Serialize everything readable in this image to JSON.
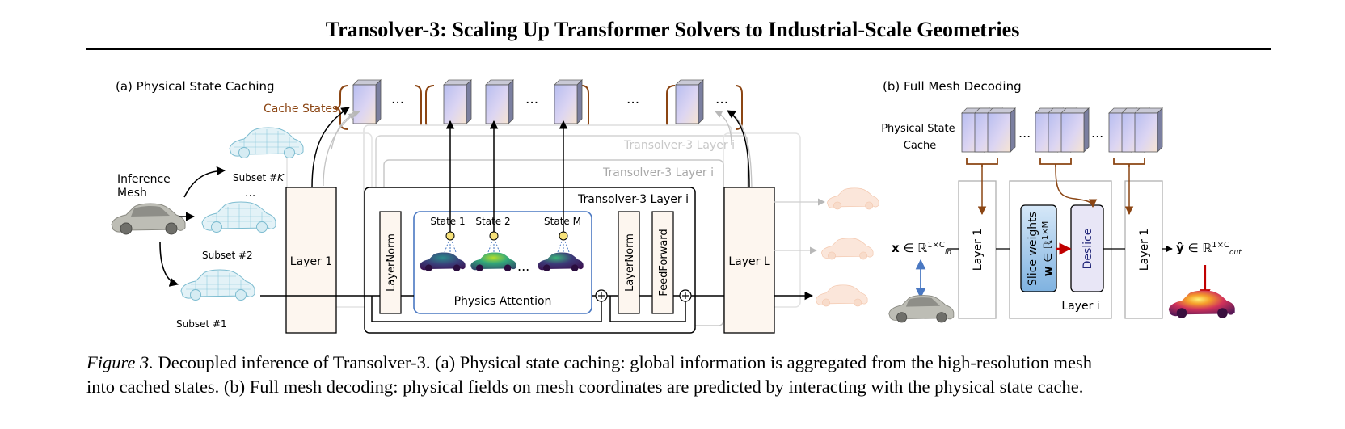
{
  "header": {
    "title": "Transolver-3: Scaling Up Transformer Solvers to Industrial-Scale Geometries"
  },
  "panel_a": {
    "label": "(a) Physical State Caching",
    "cache_states_label": "Cache States",
    "ellipsis": "...",
    "inference_mesh": [
      "Inference",
      "Mesh"
    ],
    "subset_k_prefix": "Subset #",
    "subset_k_var": "K",
    "subset_2": "Subset #2",
    "subset_1": "Subset #1",
    "layer_1": "Layer 1",
    "layer_l": "Layer L",
    "layer_ghost": "Transolver-3 Layer i",
    "layer_main": "Transolver-3 Layer i",
    "layernorm": "LayerNorm",
    "feedforward": "FeedForward",
    "physics_attention": "Physics Attention",
    "state_labels": [
      "State 1",
      "State 2",
      "State M"
    ]
  },
  "panel_b": {
    "label": "(b) Full Mesh Decoding",
    "cache_label": [
      "Physical State",
      "Cache"
    ],
    "x_bold": "x",
    "x_in": " ∈ ℝ",
    "x_sup": "1×C",
    "x_sub": "in",
    "y_bold": "ŷ",
    "y_in": " ∈ ℝ",
    "y_sup": "1×C",
    "y_sub": "out",
    "layer_1": "Layer 1",
    "slice_weights": "Slice weights",
    "slice_w_bold": "w",
    "slice_w_rest": " ∈ ℝ",
    "slice_w_sup": "1×M",
    "deslice": "Deslice",
    "layer_i": "Layer i"
  },
  "caption": {
    "figure_label": "Figure 3.",
    "line1": " Decoupled inference of Transolver-3. (a) Physical state caching: global information is aggregated from the high-resolution mesh",
    "line2": "into cached states. (b) Full mesh decoding: physical fields on mesh coordinates are predicted by interacting with the physical state cache."
  },
  "colors": {
    "cache_brown": "#8b4513",
    "layer_fill": "#fdf6ef",
    "attention_border": "#4a78c2",
    "slice_fill": "#9cc3e8",
    "deslice_fill": "#e8e6f6",
    "deslice_text": "#23287a",
    "red_arrow": "#c00000",
    "blue_arrow": "#4a78c2"
  }
}
